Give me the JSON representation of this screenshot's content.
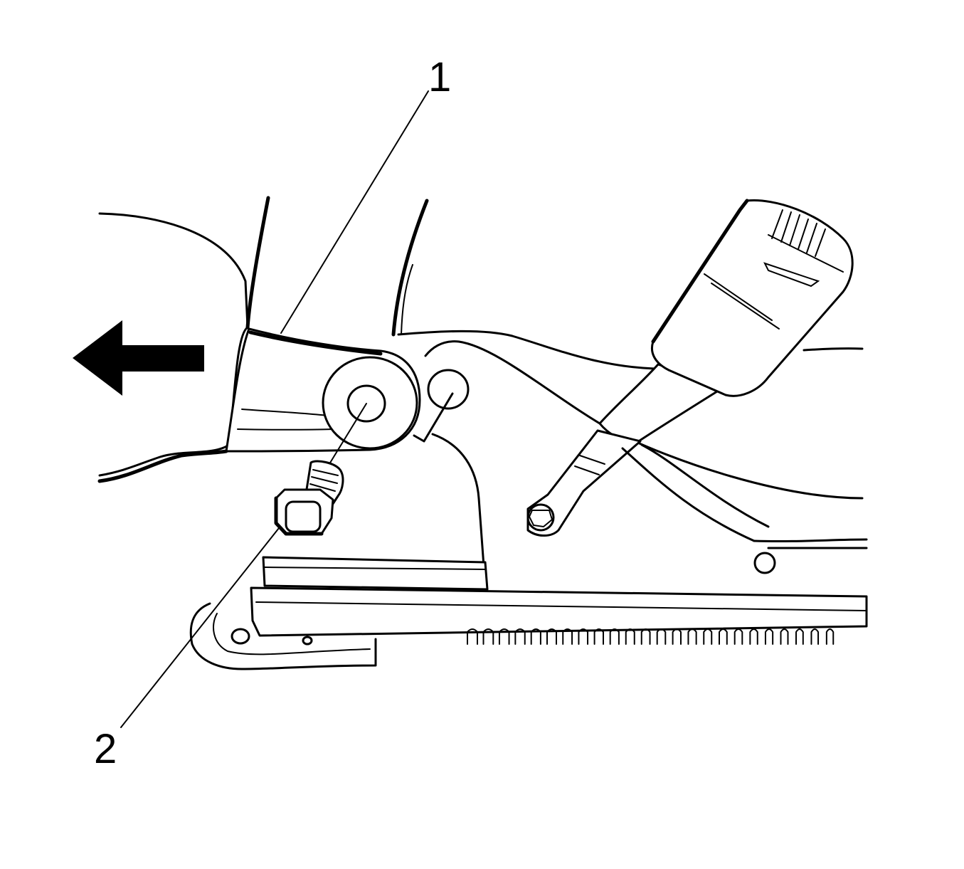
{
  "callouts": [
    {
      "id": "1",
      "label": "1",
      "part": "seat-belt-anchor"
    },
    {
      "id": "2",
      "label": "2",
      "part": "anchor-bolt"
    }
  ],
  "arrow": {
    "direction": "left",
    "color": "#000000"
  },
  "colors": {
    "line": "#000000",
    "background": "#ffffff"
  }
}
